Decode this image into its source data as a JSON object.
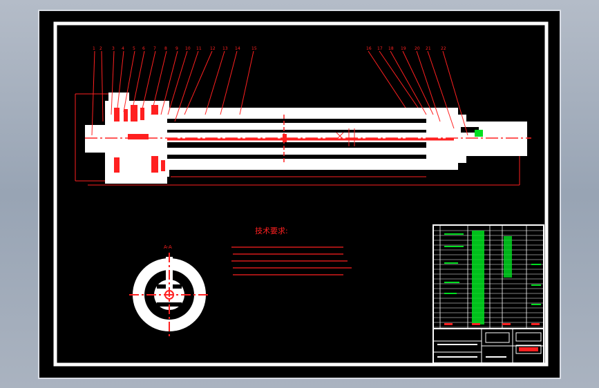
{
  "drawing": {
    "balloons": [
      "1",
      "2",
      "3",
      "4",
      "5",
      "6",
      "7",
      "8",
      "9",
      "10",
      "11",
      "12",
      "13",
      "14",
      "15",
      "16",
      "17",
      "18",
      "19",
      "20",
      "21",
      "22"
    ],
    "tech_title": "技术要求:",
    "section_label": "A-A"
  },
  "colors": {
    "background": "#000000",
    "line": "#ff1a1a",
    "part": "#ffffff",
    "highlight": "#00e020",
    "frame": "#ffffff"
  }
}
